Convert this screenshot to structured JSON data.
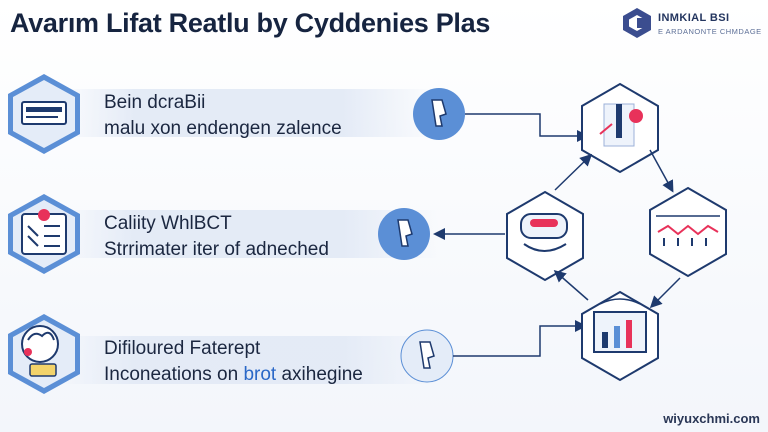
{
  "title": "Avarım Lifat Reatlu by Cyddenies Plas",
  "brand": {
    "name": "INMKIAL BSI",
    "tagline": "E ARDANONTE CHMDAGE"
  },
  "watermark": "wiyuxchmi.com",
  "rows": [
    {
      "line1": "Bein dcraBii",
      "line2": "malu xon endengen zalence",
      "line2_accent": ""
    },
    {
      "line1": "Caliity WhlBCT",
      "line2": "Strrimater iter of adneched",
      "line2_accent": ""
    },
    {
      "line1": "Difiloured Faterept",
      "line2": "Inconeations on ",
      "line2_accent": "brot",
      "line2_tail": " axihegine"
    }
  ],
  "colors": {
    "navy": "#1e3a6e",
    "hexFill": "#dfe8f7",
    "circle": "#5b8fd6",
    "accent": "#e8325a"
  },
  "icons": {
    "row_hexes": [
      "document-tray-icon",
      "browser-list-icon",
      "brain-robot-icon"
    ],
    "row_circles": [
      "hand-pointer-icon",
      "hand-pointer-icon",
      "hand-pointer-icon"
    ],
    "cycle_nodes": [
      "chart-pin-icon",
      "dashboard-gauge-icon",
      "timeline-dots-icon",
      "document-chart-icon"
    ]
  }
}
